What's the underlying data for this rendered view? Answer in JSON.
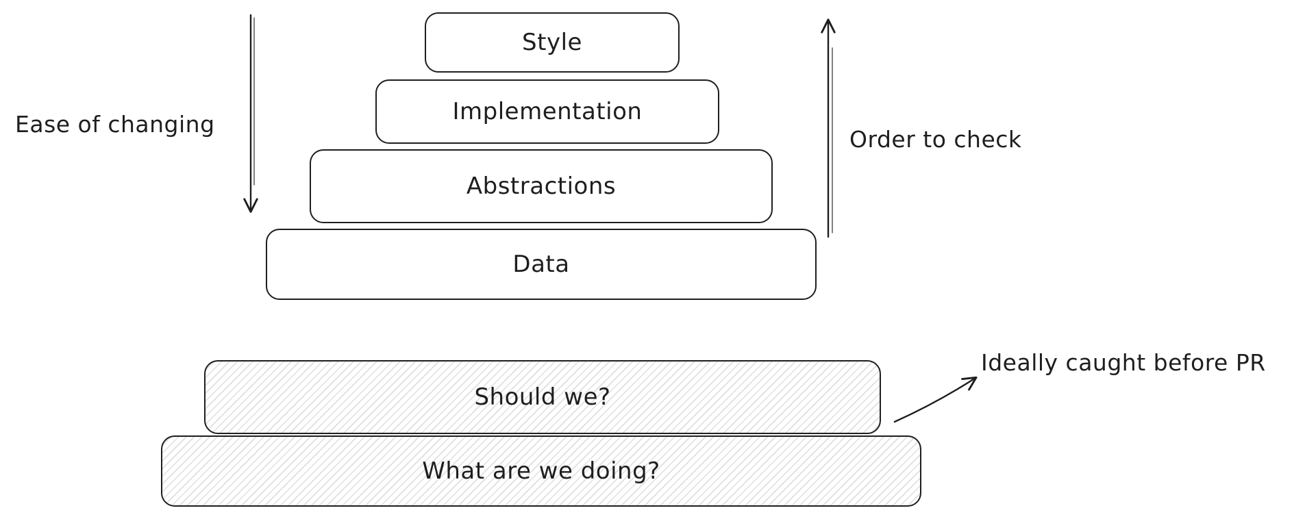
{
  "diagram": {
    "title": "Code review priorities pyramid",
    "pyramid": {
      "levels": [
        {
          "label": "Style"
        },
        {
          "label": "Implementation"
        },
        {
          "label": "Abstractions"
        },
        {
          "label": "Data"
        }
      ]
    },
    "bottom_stack": {
      "levels": [
        {
          "label": "Should we?"
        },
        {
          "label": "What are we doing?"
        }
      ]
    },
    "annotations": {
      "left_arrow_label": "Ease of changing",
      "right_arrow_label": "Order to check",
      "pr_note": "Ideally caught before PR"
    },
    "colors": {
      "stroke": "#1e1e1e",
      "background": "#ffffff",
      "hatch_line": "#6e6e6e"
    }
  }
}
